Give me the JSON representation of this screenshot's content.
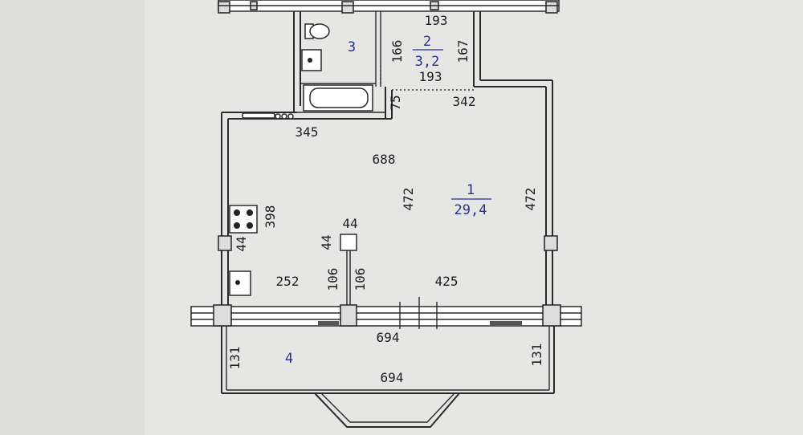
{
  "rooms": {
    "r1": {
      "number": "1",
      "area": "29,4"
    },
    "r2": {
      "number": "2",
      "area": "3,2"
    },
    "r3": {
      "number": "3"
    },
    "r4": {
      "number": "4"
    }
  },
  "dimensions": {
    "top_193": "193",
    "v_166": "166",
    "v_167": "167",
    "mid_193": "193",
    "d_342": "342",
    "d_75": "75",
    "d_345": "345",
    "d_688": "688",
    "inner_472": "472",
    "right_472": "472",
    "d_398": "398",
    "d_44_left": "44",
    "d_44_top": "44",
    "d_44_vert": "44",
    "d_106_a": "106",
    "d_106_b": "106",
    "d_252": "252",
    "d_425": "425",
    "d_694_inner": "694",
    "balcony_131_left": "131",
    "balcony_131_right": "131",
    "balcony_694": "694"
  }
}
